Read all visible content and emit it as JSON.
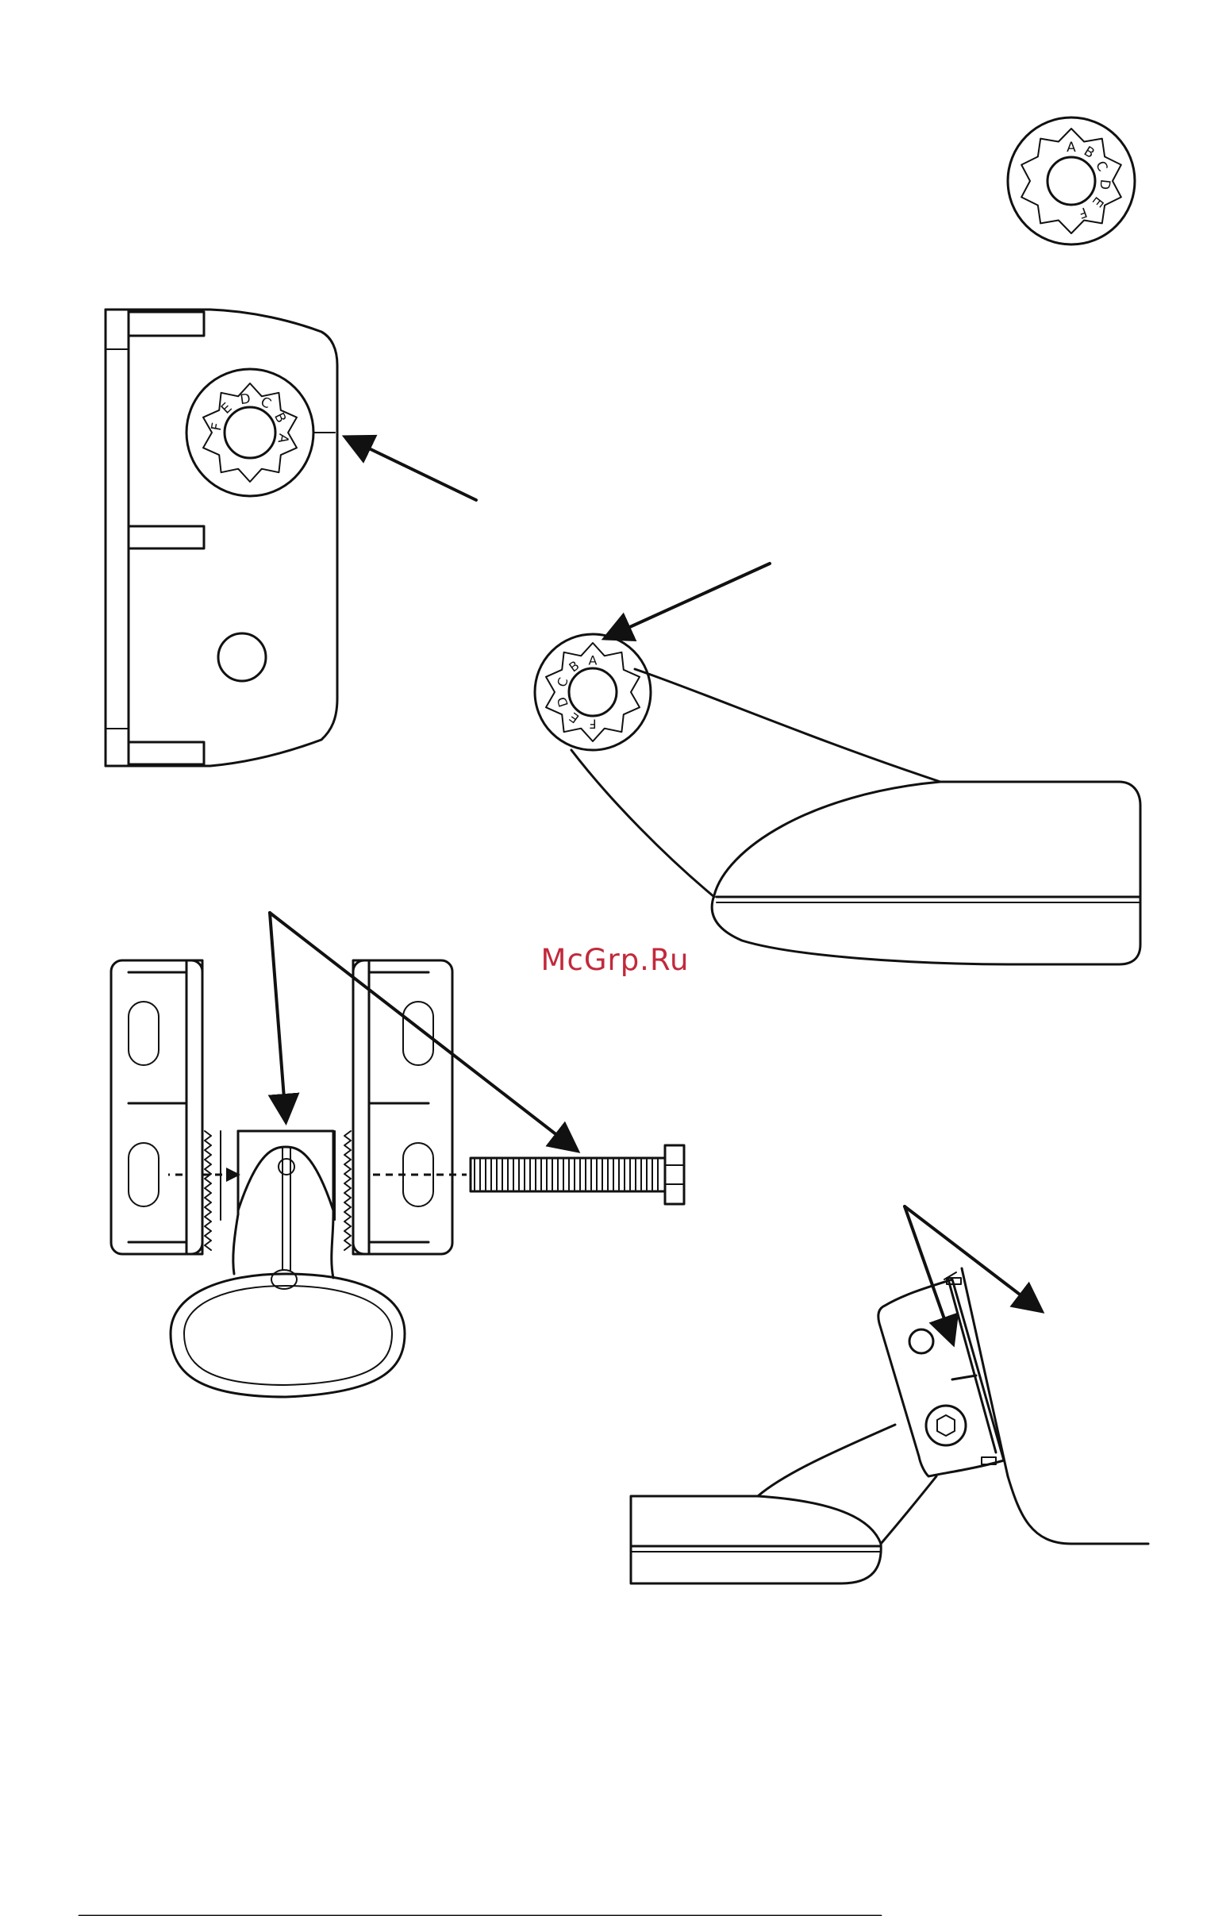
{
  "watermark": {
    "text": "McGrp.Ru",
    "color": "#c2293b"
  },
  "ratchet_letters": {
    "detail_top_right": [
      "A",
      "B",
      "C",
      "D",
      "E",
      "F"
    ],
    "bracket_left": [
      "A",
      "B",
      "C",
      "D",
      "E",
      "F"
    ],
    "transducer_pivot": [
      "A",
      "B",
      "C",
      "D",
      "E",
      "F"
    ]
  },
  "icons": {
    "ratchet": "ratchet-wheel-icon",
    "arrow": "pointer-arrow-icon",
    "bolt": "hex-bolt-icon"
  },
  "line_color": "#111111"
}
